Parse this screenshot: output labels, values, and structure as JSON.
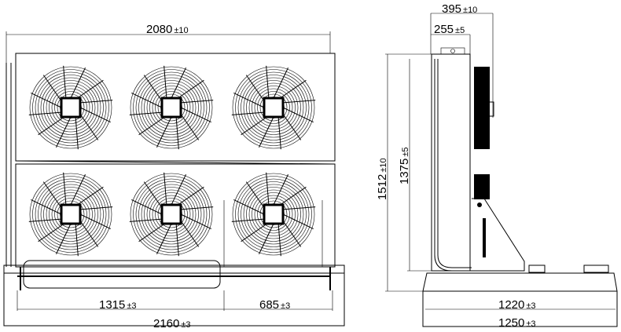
{
  "title": "Condenser unit dimensional drawing",
  "front_view": {
    "fan_count": 6,
    "dims": {
      "overall_width": {
        "value": "2080",
        "tol": "±10"
      },
      "left_section": {
        "value": "1315",
        "tol": "±3"
      },
      "right_section": {
        "value": "685",
        "tol": "±3"
      },
      "base_width": {
        "value": "2160",
        "tol": "±3"
      }
    }
  },
  "side_view": {
    "dims": {
      "depth_total": {
        "value": "395",
        "tol": "±10"
      },
      "depth_body": {
        "value": "255",
        "tol": "±5"
      },
      "height_total": {
        "value": "1512",
        "tol": "±10"
      },
      "height_body": {
        "value": "1375",
        "tol": "±5"
      },
      "base_inner": {
        "value": "1220",
        "tol": "±3"
      },
      "base_outer": {
        "value": "1250",
        "tol": "±3"
      }
    }
  },
  "colors": {
    "line": "#000000",
    "background": "#ffffff"
  }
}
